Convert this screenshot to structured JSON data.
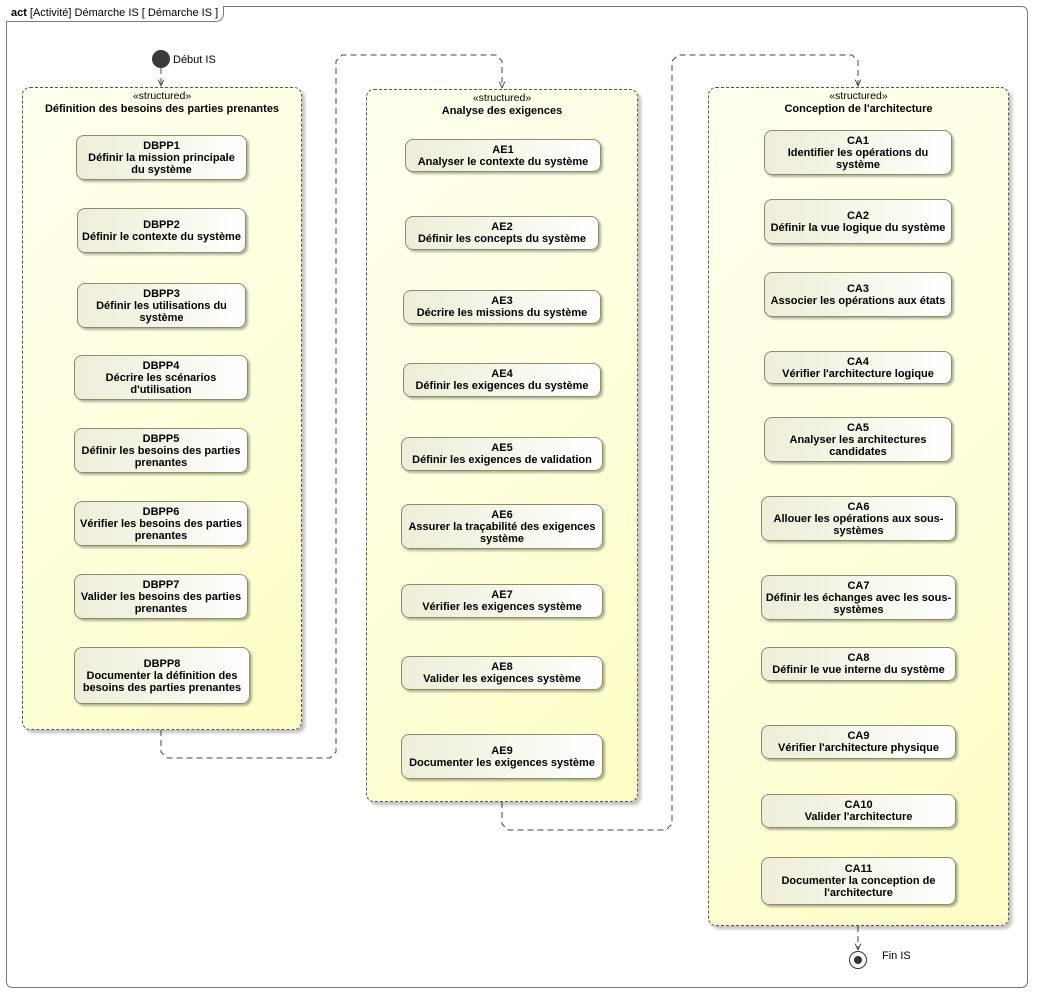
{
  "frame": {
    "keyword": "act",
    "title": "[Activité] Démarche IS [ Démarche IS ]"
  },
  "initial_node": {
    "label": "Début IS"
  },
  "final_node": {
    "label": "Fin IS"
  },
  "regions": [
    {
      "stereotype": "«structured»",
      "title": "Définition des besoins des parties prenantes",
      "actions": [
        {
          "id": "DBPP1",
          "label": "Définir la mission principale du système"
        },
        {
          "id": "DBPP2",
          "label": "Définir le contexte du système"
        },
        {
          "id": "DBPP3",
          "label": "Définir les utilisations du système"
        },
        {
          "id": "DBPP4",
          "label": "Décrire les scénarios d'utilisation"
        },
        {
          "id": "DBPP5",
          "label": "Définir les besoins des parties prenantes"
        },
        {
          "id": "DBPP6",
          "label": "Vérifier les besoins des parties prenantes"
        },
        {
          "id": "DBPP7",
          "label": "Valider les besoins des parties prenantes"
        },
        {
          "id": "DBPP8",
          "label": "Documenter la définition des besoins des parties prenantes"
        }
      ]
    },
    {
      "stereotype": "«structured»",
      "title": "Analyse des exigences",
      "actions": [
        {
          "id": "AE1",
          "label": "Analyser le contexte du système"
        },
        {
          "id": "AE2",
          "label": "Définir les concepts du système"
        },
        {
          "id": "AE3",
          "label": "Décrire les missions du système"
        },
        {
          "id": "AE4",
          "label": "Définir les exigences du système"
        },
        {
          "id": "AE5",
          "label": "Définir les exigences de validation"
        },
        {
          "id": "AE6",
          "label": "Assurer la traçabilité des exigences système"
        },
        {
          "id": "AE7",
          "label": "Vérifier les exigences système"
        },
        {
          "id": "AE8",
          "label": "Valider les exigences système"
        },
        {
          "id": "AE9",
          "label": "Documenter les exigences système"
        }
      ]
    },
    {
      "stereotype": "«structured»",
      "title": "Conception de l'architecture",
      "actions": [
        {
          "id": "CA1",
          "label": "Identifier les opérations du système"
        },
        {
          "id": "CA2",
          "label": "Définir la vue logique du système"
        },
        {
          "id": "CA3",
          "label": "Associer les opérations aux états"
        },
        {
          "id": "CA4",
          "label": "Vérifier l'architecture logique"
        },
        {
          "id": "CA5",
          "label": "Analyser les architectures candidates"
        },
        {
          "id": "CA6",
          "label": "Allouer les opérations aux sous-systèmes"
        },
        {
          "id": "CA7",
          "label": "Définir les échanges avec les sous-systèmes"
        },
        {
          "id": "CA8",
          "label": "Définir le vue interne du système"
        },
        {
          "id": "CA9",
          "label": "Vérifier l'architecture physique"
        },
        {
          "id": "CA10",
          "label": "Valider l'architecture"
        },
        {
          "id": "CA11",
          "label": "Documenter la conception de l'architecture"
        }
      ]
    }
  ]
}
